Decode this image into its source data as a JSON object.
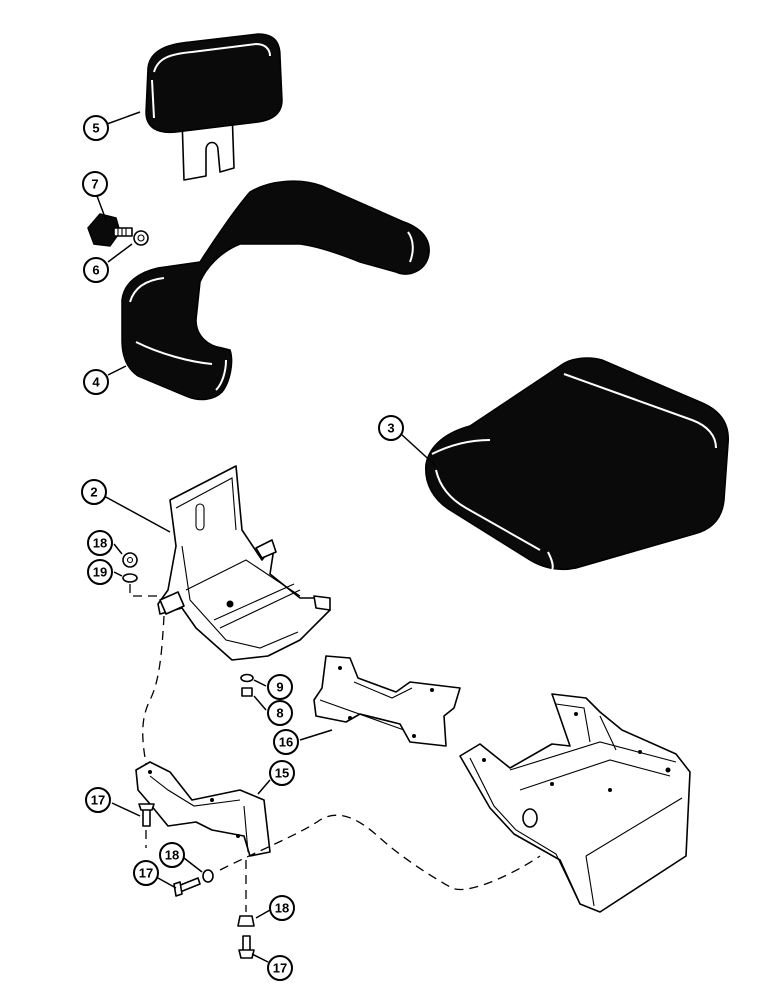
{
  "callouts": {
    "c2": "2",
    "c3": "3",
    "c4": "4",
    "c5": "5",
    "c6": "6",
    "c7": "7",
    "c8": "8",
    "c9": "9",
    "c15": "15",
    "c16": "16",
    "c17a": "17",
    "c17b": "17",
    "c17c": "17",
    "c18a": "18",
    "c18b": "18",
    "c18c": "18",
    "c19": "19"
  }
}
